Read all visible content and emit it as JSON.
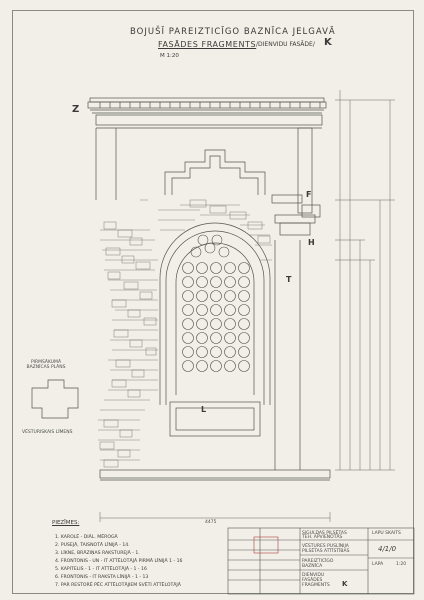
{
  "header": {
    "title": "BOJUŠĪ PAREIZTICĪGO BAZNĪCA JELGAVĀ",
    "subtitle": "FASĀDES FRAGMENTS",
    "subtitle_note": "/DIENVIDU FASĀDE/",
    "sheet_code": "K",
    "scale": "M 1:20"
  },
  "labels": {
    "z": "Z",
    "f": "F",
    "h": "H",
    "t": "T",
    "l": "L",
    "overall_width": "4475"
  },
  "side_notes": {
    "inset_label": "PIRMSĀKUMĀ BAZNĪCAS PLĀNS",
    "plan_label": "VĒSTURISKAIS LĪMEŅS"
  },
  "legend": {
    "title": "PIEZĪMES:",
    "items": [
      "1. KAROLĒ - DIĀL. MĒROGĀ",
      "2. PUSEJĀ, TAISNOTĀ LĪNIJĀ - 14.",
      "3. LĪKNE, BRĀZIŅAS RAKSTUREJĀ - 1.",
      "4. FRONTONIS - UN - IT ATTĒLOTĀJĀ PIRMĀ LĪNIJĀ 1 - 16",
      "5. KAPITELIS - 1 - IT ATTĒLOTĀJĀ - 1 - 16",
      "6. FRONTONIS - IT RAKSTA LĪNIJĀ - 1 - 13",
      "7. PAR RESTORĒ PĒC ATTĒLOTĀJIEM SVĒTI ATTĒLOTĀJĀ"
    ]
  },
  "titleblock": {
    "org_lines": [
      "SIGULDAS PILSĒTAS",
      "TEH. APVIENOTĀS"
    ],
    "project_lines": [
      "VĒSTURES PUSLĪNIJA",
      "PILSĒTAS ATTĪSTĪBAS"
    ],
    "object_lines": [
      "PAREIZTICĪGO",
      "BAZNĪCA"
    ],
    "drawing_lines": [
      "DIENVIDU",
      "FASĀDES",
      "FRAGMENTS"
    ],
    "drawing_code": "K",
    "sheet_num": "4/1/0",
    "scale": "1:20",
    "date_label": "LAPA",
    "top_label": "LAPU SKAITS"
  }
}
